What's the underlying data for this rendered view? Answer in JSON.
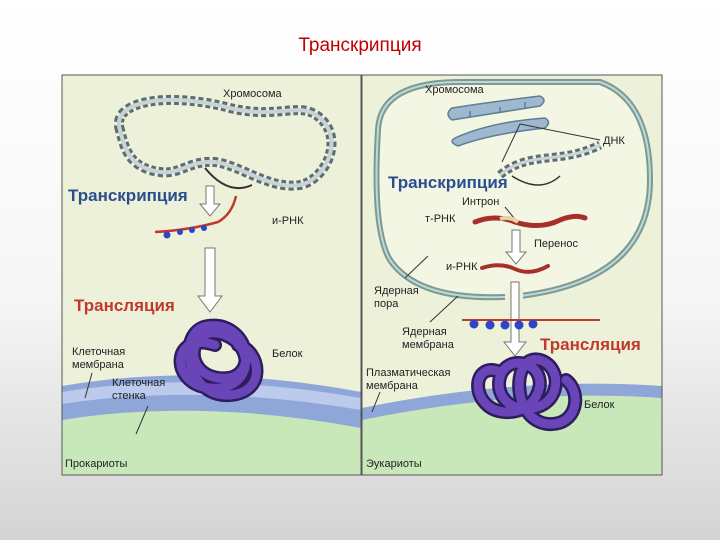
{
  "title": "Транскрипция",
  "colors": {
    "cytoplasm": "#eef1da",
    "nucleus": "#f4f6e4",
    "membrane": "#8fa7d8",
    "ground": "#c9e8b9",
    "protein": "#5b3a9e",
    "mrna": "#c0392b",
    "ribosome": "#2f45c6",
    "header_blue": "#2a4e8e",
    "header_red": "#c0392b"
  },
  "prokaryote": {
    "chromosome": "Хромосома",
    "transcription": "Транскрипция",
    "mrna": "и-РНК",
    "translation": "Трансляция",
    "cell_membrane": "Клеточная мембрана",
    "cell_wall": "Клеточная стенка",
    "protein": "Белок",
    "caption": "Прокариоты"
  },
  "eukaryote": {
    "chromosome": "Хромосома",
    "dna": "ДНК",
    "transcription": "Транскрипция",
    "intron": "Интрон",
    "pre_mrna": "т-РНК",
    "transfer": "Перенос",
    "mrna": "и-РНК",
    "nuclear_pore": "Ядерная пора",
    "nuclear_membrane": "Ядерная мембрана",
    "translation": "Трансляция",
    "plasma_membrane": "Плазматическая мембрана",
    "protein": "Белок",
    "caption": "Эукариоты"
  }
}
